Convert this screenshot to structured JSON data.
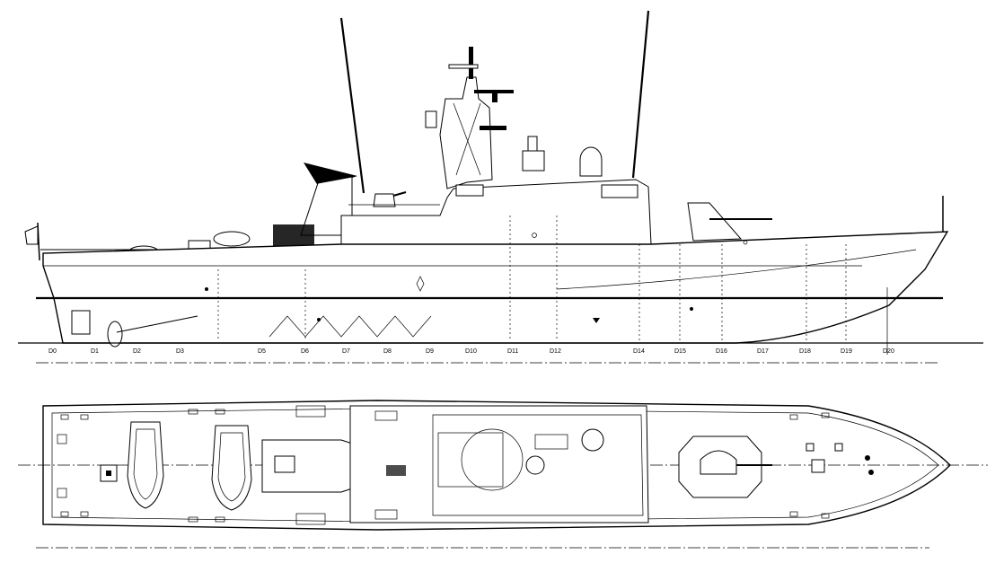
{
  "stations": [
    "D0",
    "D1",
    "D2",
    "D3",
    "D5",
    "D6",
    "D7",
    "D8",
    "D9",
    "D10",
    "D11",
    "D12",
    "D14",
    "D15",
    "D16",
    "D17",
    "D18",
    "D19",
    "D20"
  ]
}
